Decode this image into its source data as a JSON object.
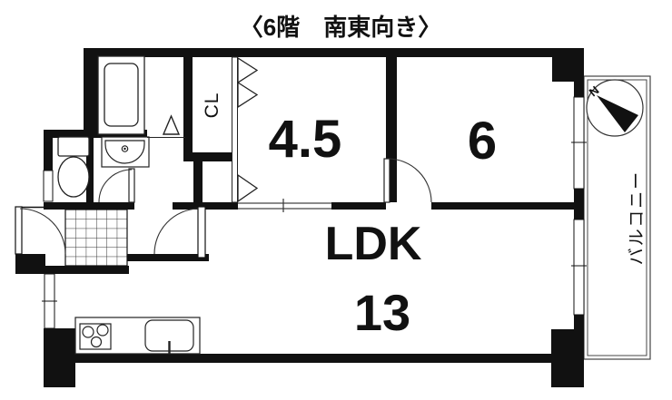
{
  "title": "〈6階　南東向き〉",
  "rooms": {
    "room1": {
      "label": "4.5"
    },
    "room2": {
      "label": "6"
    },
    "ldk": {
      "name": "LDK",
      "size": "13"
    },
    "closet": {
      "label": "CL"
    },
    "balcony": {
      "label": "バルコニー"
    }
  },
  "compass": {
    "north": "N"
  },
  "colors": {
    "wall": "#111111",
    "line": "#2b2b2b",
    "background": "#ffffff"
  }
}
